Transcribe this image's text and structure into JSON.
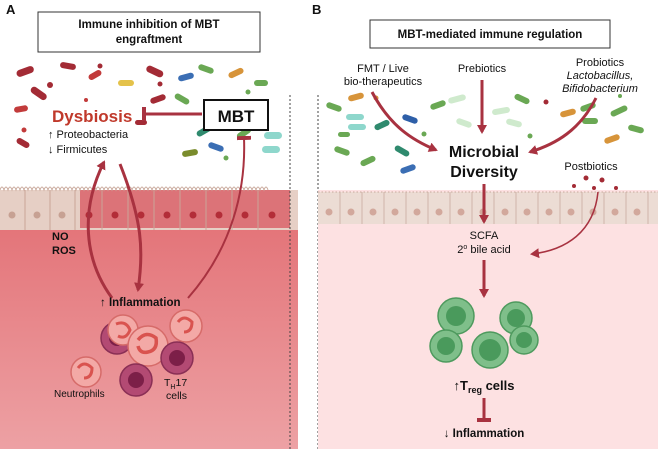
{
  "panel_a": {
    "letter": "A",
    "title_line1": "Immune inhibition of MBT",
    "title_line2": "engraftment",
    "dysbiosis": "Dysbiosis",
    "proteobacteria": "↑ Proteobacteria",
    "firmicutes": "↓ Firmicutes",
    "mbt": "MBT",
    "no": "NO",
    "ros": "ROS",
    "inflammation": "↑ Inflammation",
    "neutrophils": "Neutrophils",
    "th17_main": "T",
    "th17_sub": "H",
    "th17_rest": "17",
    "cells": "cells"
  },
  "panel_b": {
    "letter": "B",
    "title": "MBT-mediated immune regulation",
    "fmt_line1": "FMT / Live",
    "fmt_line2": "bio-therapeutics",
    "prebiotics": "Prebiotics",
    "probiotics": "Probiotics",
    "lactobacillus": "Lactobacillus,",
    "bifidobacterium": "Bifidobacterium",
    "microbial": "Microbial",
    "diversity": "Diversity",
    "postbiotics": "Postbiotics",
    "scfa": "SCFA",
    "bile_prefix": "2",
    "bile_sup": "o",
    "bile_rest": " bile acid",
    "treg_arrow": "↑",
    "treg_main": "T",
    "treg_sub": "reg",
    "treg_rest": " cells",
    "inflammation_down": "↓ Inflammation"
  },
  "colors": {
    "dysbiosis_red": "#c0392b",
    "arrow_red": "#a83240",
    "tissue_a": "#e48a8d",
    "tissue_b": "#fde1e2",
    "epithelium": "#e9d8d0",
    "treg_green": "#6fb27a"
  }
}
